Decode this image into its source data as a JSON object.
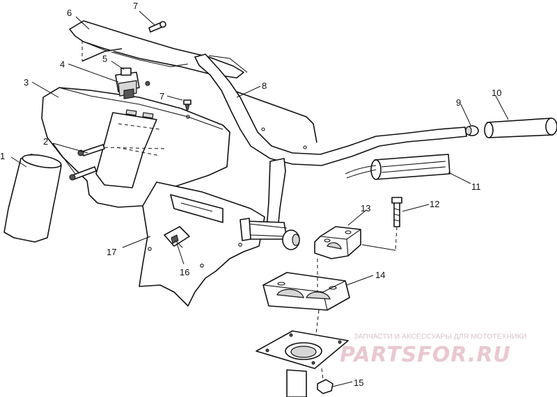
{
  "callouts": {
    "c1": "1",
    "c2": "2",
    "c3": "3",
    "c4": "4",
    "c5": "5",
    "c6": "6",
    "c7a": "7",
    "c7b": "7",
    "c8": "8",
    "c9": "9",
    "c10": "10",
    "c11": "11",
    "c12": "12",
    "c13": "13",
    "c14": "14",
    "c15": "15",
    "c16": "16",
    "c17": "17"
  },
  "watermark": {
    "subtitle": "ЗАПЧАСТИ И АКСЕССУАРЫ ДЛЯ МОТОТЕХНИКИ",
    "logo": "PARTSFOR.RU"
  },
  "colors": {
    "line": "#111111",
    "background": "#ffffff",
    "watermark": "#eac8d0"
  }
}
